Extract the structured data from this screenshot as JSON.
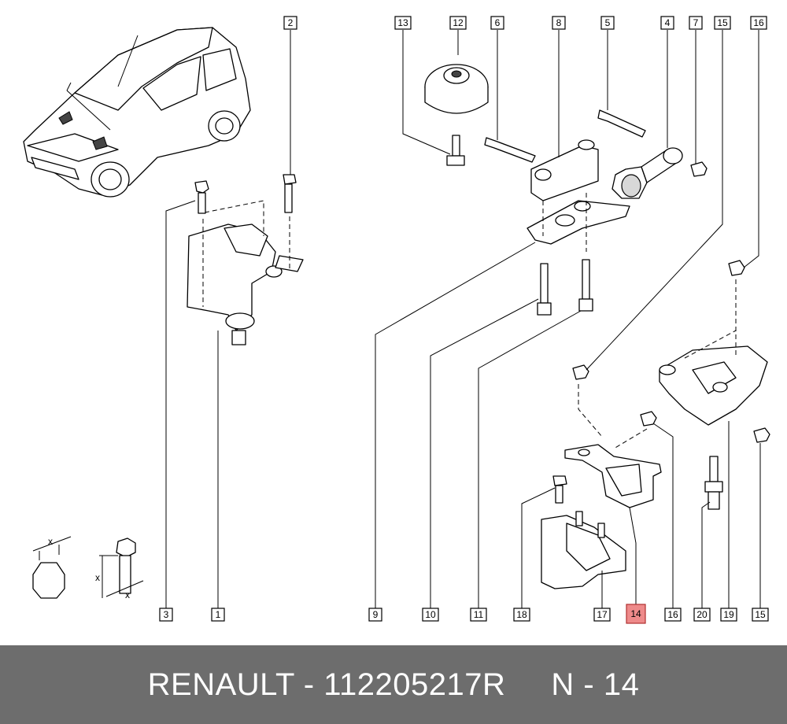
{
  "callouts": {
    "c1": "1",
    "c2": "2",
    "c3": "3",
    "c4": "4",
    "c5": "5",
    "c6": "6",
    "c7": "7",
    "c8": "8",
    "c9": "9",
    "c10": "10",
    "c11": "11",
    "c12": "12",
    "c13": "13",
    "c14": "14",
    "c15a": "15",
    "c15b": "15",
    "c16a": "16",
    "c16b": "16",
    "c17": "17",
    "c18": "18",
    "c19": "19",
    "c20": "20"
  },
  "highlighted_callout": "14",
  "legend": {
    "dim_x": "x"
  },
  "footer": {
    "text": "RENAULT - 112205217R     N - 14"
  },
  "colors": {
    "footer_bg": "#6d6d6d",
    "highlight": "#ee8a8a"
  }
}
